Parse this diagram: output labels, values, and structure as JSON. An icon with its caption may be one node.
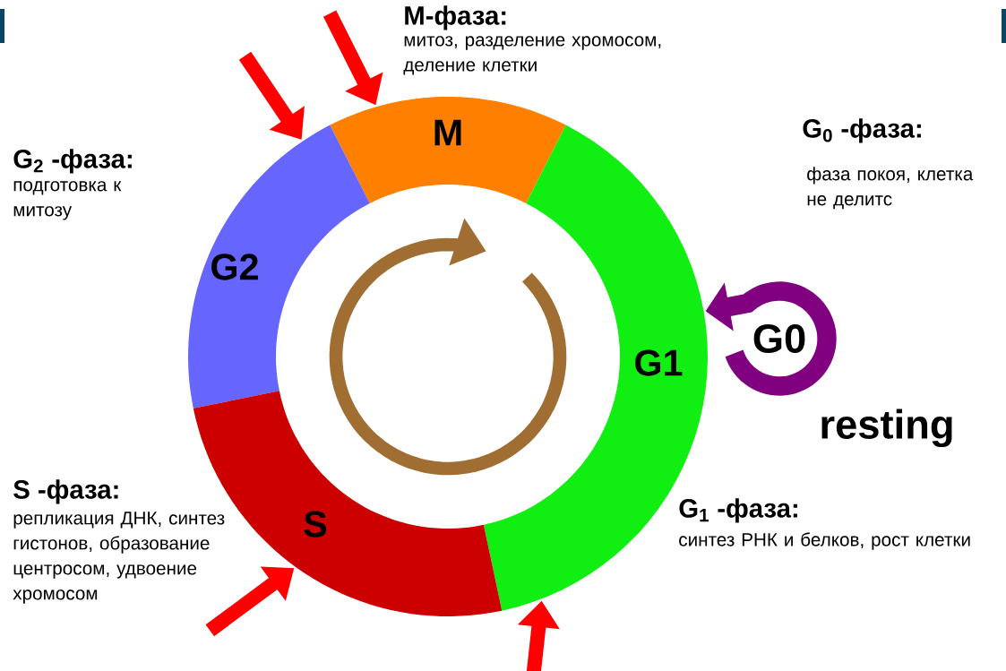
{
  "diagram": {
    "nodes": [
      {
        "text": [
          "M"
        ]
      },
      {
        "text": [
          "G2"
        ]
      },
      {
        "text": [
          "G0"
        ]
      },
      {
        "text": [
          "G1"
        ]
      },
      {
        "text": [
          "S"
        ]
      }
    ],
    "edges": [
      {
        "from": null,
        "to": 1,
        "arrow": "to"
      },
      {
        "from": null,
        "to": 0,
        "arrow": "to"
      },
      {
        "from": null,
        "to": 4,
        "arrow": "to"
      },
      {
        "from": null,
        "to": 3,
        "arrow": "to"
      },
      {
        "from": 2,
        "to": 3,
        "arrow": "to",
        "color": "#800080"
      }
    ],
    "labels": [
      "M-фаза:",
      "митоз, разделение хромосом, деление клетки",
      "G$_{2}$ -фаза:",
      "подготовка к митозу",
      "G$_{0}$ -фаза:",
      "фаза покоя, клетка не делитс",
      "S -фаза:",
      "репликация ДНК, синтез гистонов, образование центросом, удвоение хромосом",
      "G$_{1}$ -фаза:",
      "синтез РНК и белков, рост клетки",
      "resting"
    ]
  }
}
